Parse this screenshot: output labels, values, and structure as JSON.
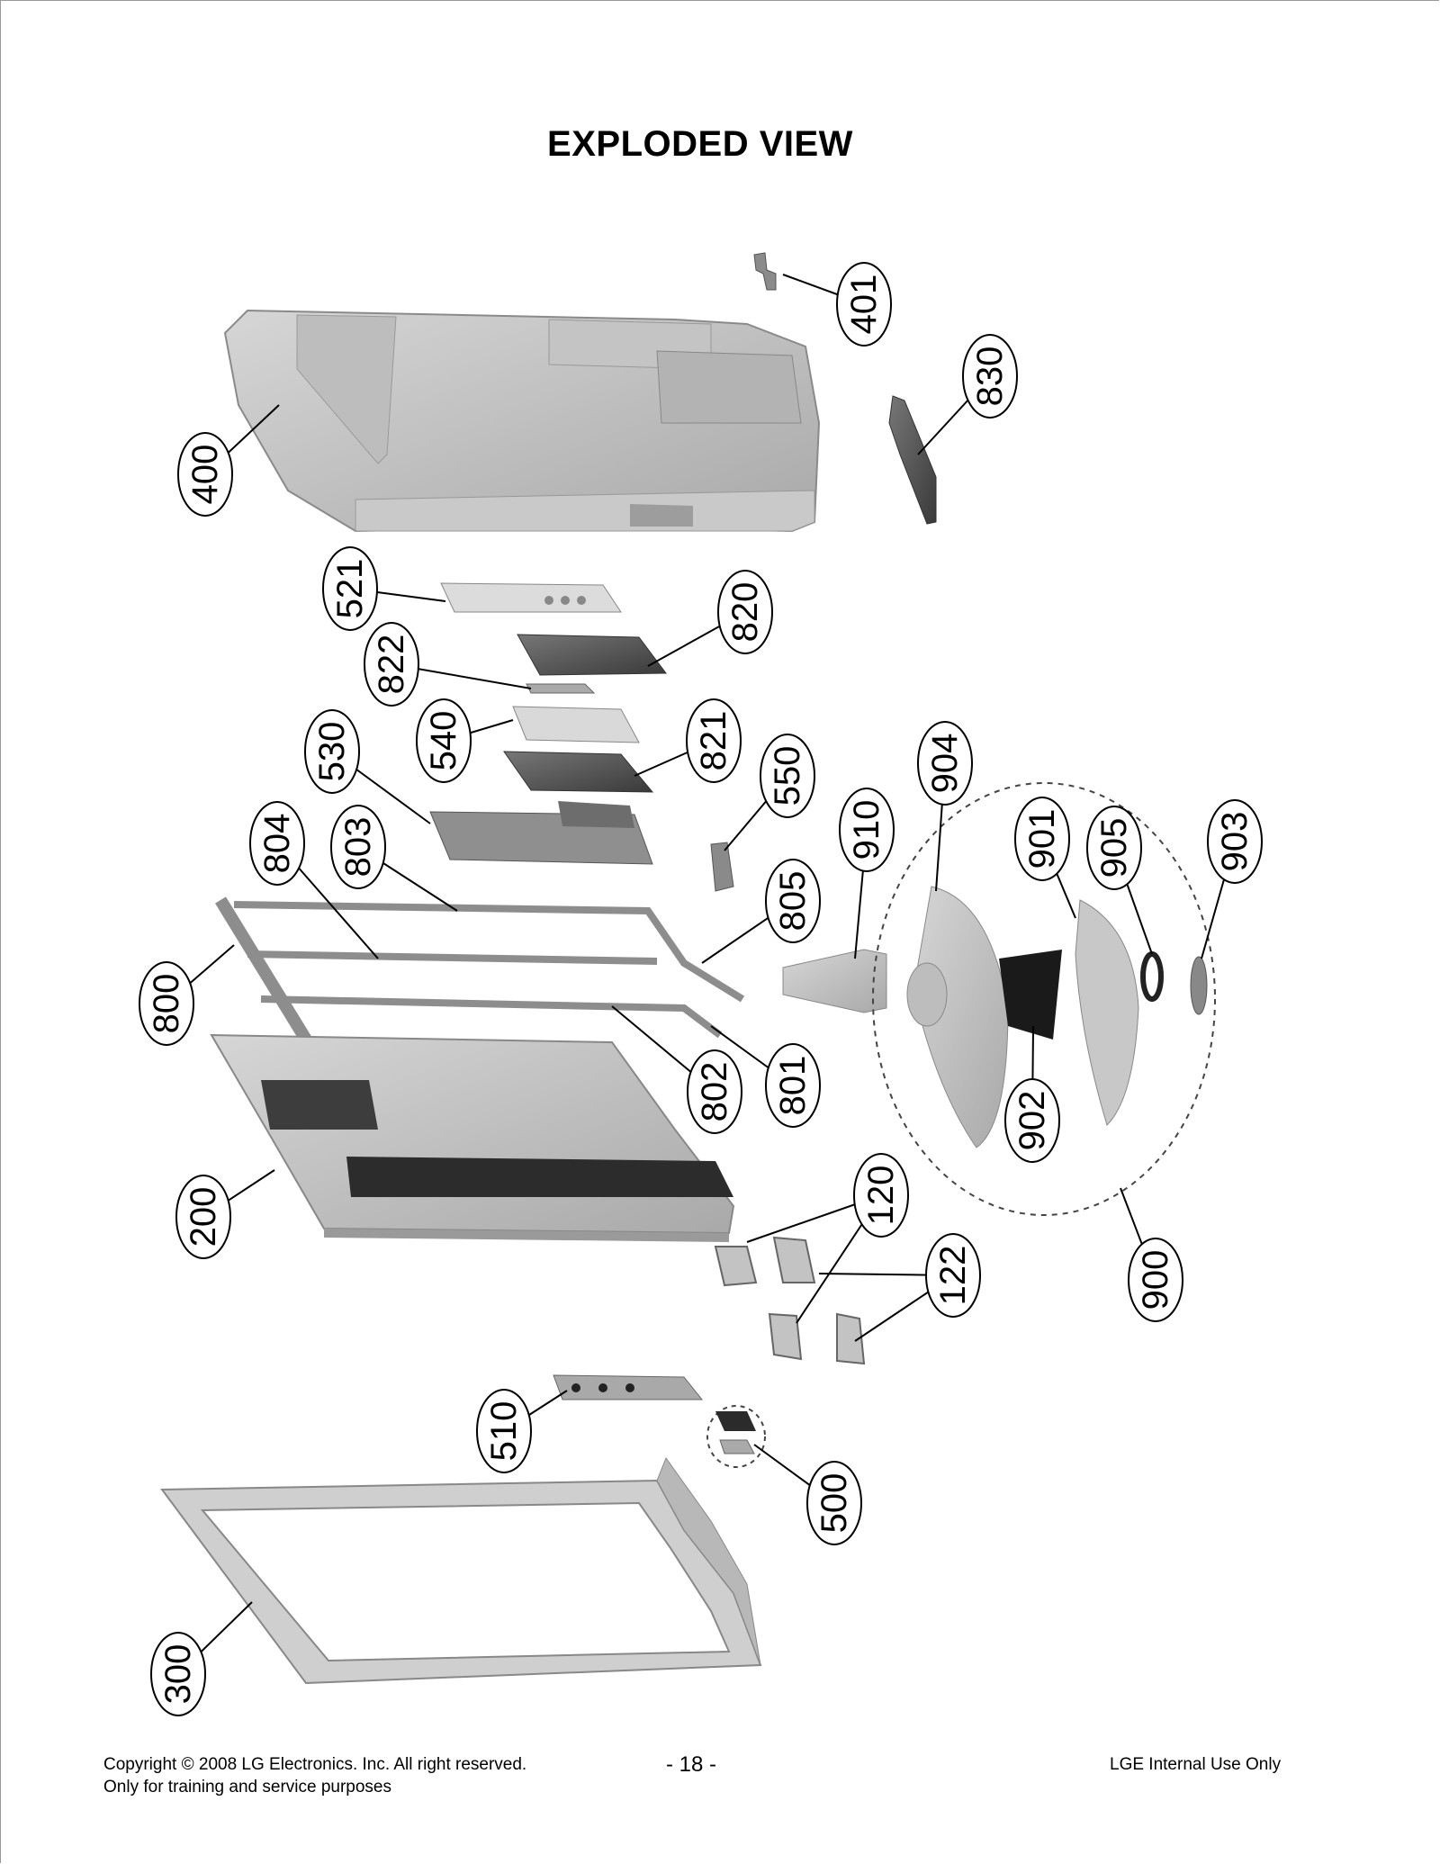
{
  "title": "EXPLODED VIEW",
  "callouts": [
    {
      "label": "401"
    },
    {
      "label": "830"
    },
    {
      "label": "400"
    },
    {
      "label": "521"
    },
    {
      "label": "820"
    },
    {
      "label": "822"
    },
    {
      "label": "540"
    },
    {
      "label": "821"
    },
    {
      "label": "530"
    },
    {
      "label": "550"
    },
    {
      "label": "904"
    },
    {
      "label": "910"
    },
    {
      "label": "901"
    },
    {
      "label": "905"
    },
    {
      "label": "903"
    },
    {
      "label": "804"
    },
    {
      "label": "803"
    },
    {
      "label": "805"
    },
    {
      "label": "800"
    },
    {
      "label": "802"
    },
    {
      "label": "801"
    },
    {
      "label": "902"
    },
    {
      "label": "200"
    },
    {
      "label": "120"
    },
    {
      "label": "122"
    },
    {
      "label": "900"
    },
    {
      "label": "510"
    },
    {
      "label": "500"
    },
    {
      "label": "300"
    }
  ],
  "footer": {
    "copyright": "Copyright © 2008 LG Electronics. Inc. All right reserved.",
    "purpose": "Only for training and service purposes",
    "page_number": "- 18 -",
    "internal": "LGE Internal Use Only"
  }
}
